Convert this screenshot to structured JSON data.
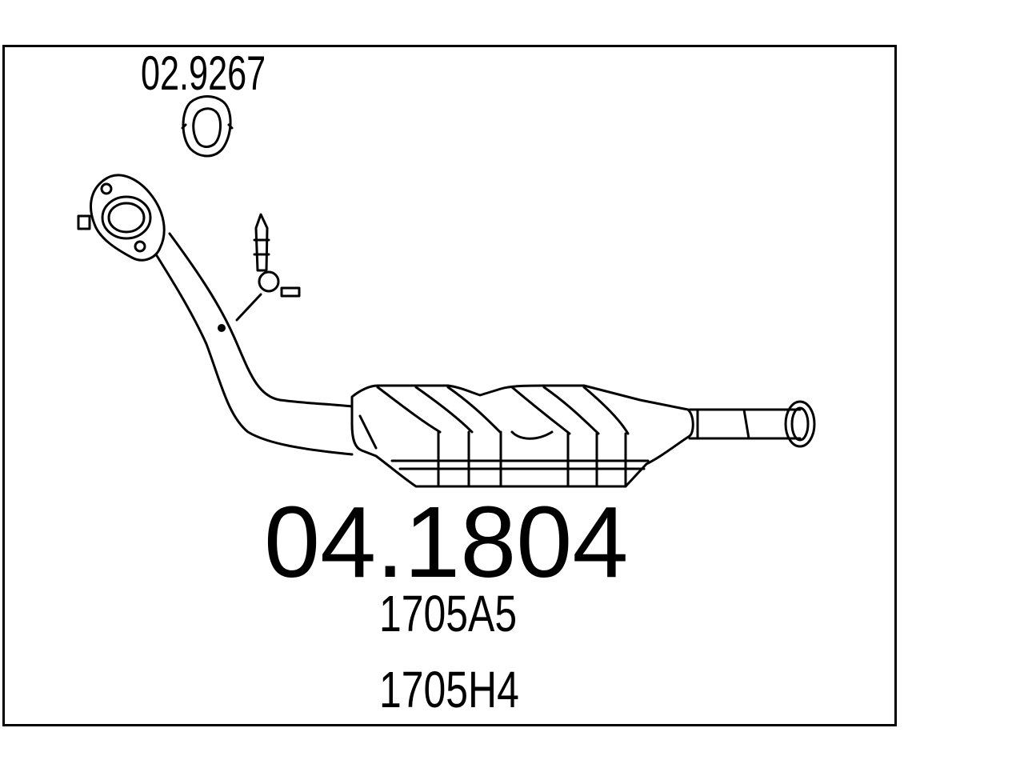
{
  "diagram": {
    "gasket_code": "02.9267",
    "part_number": "04.1804",
    "references": [
      "1705A5",
      "1705H4"
    ]
  },
  "colors": {
    "line": "#000000",
    "background": "#ffffff"
  }
}
